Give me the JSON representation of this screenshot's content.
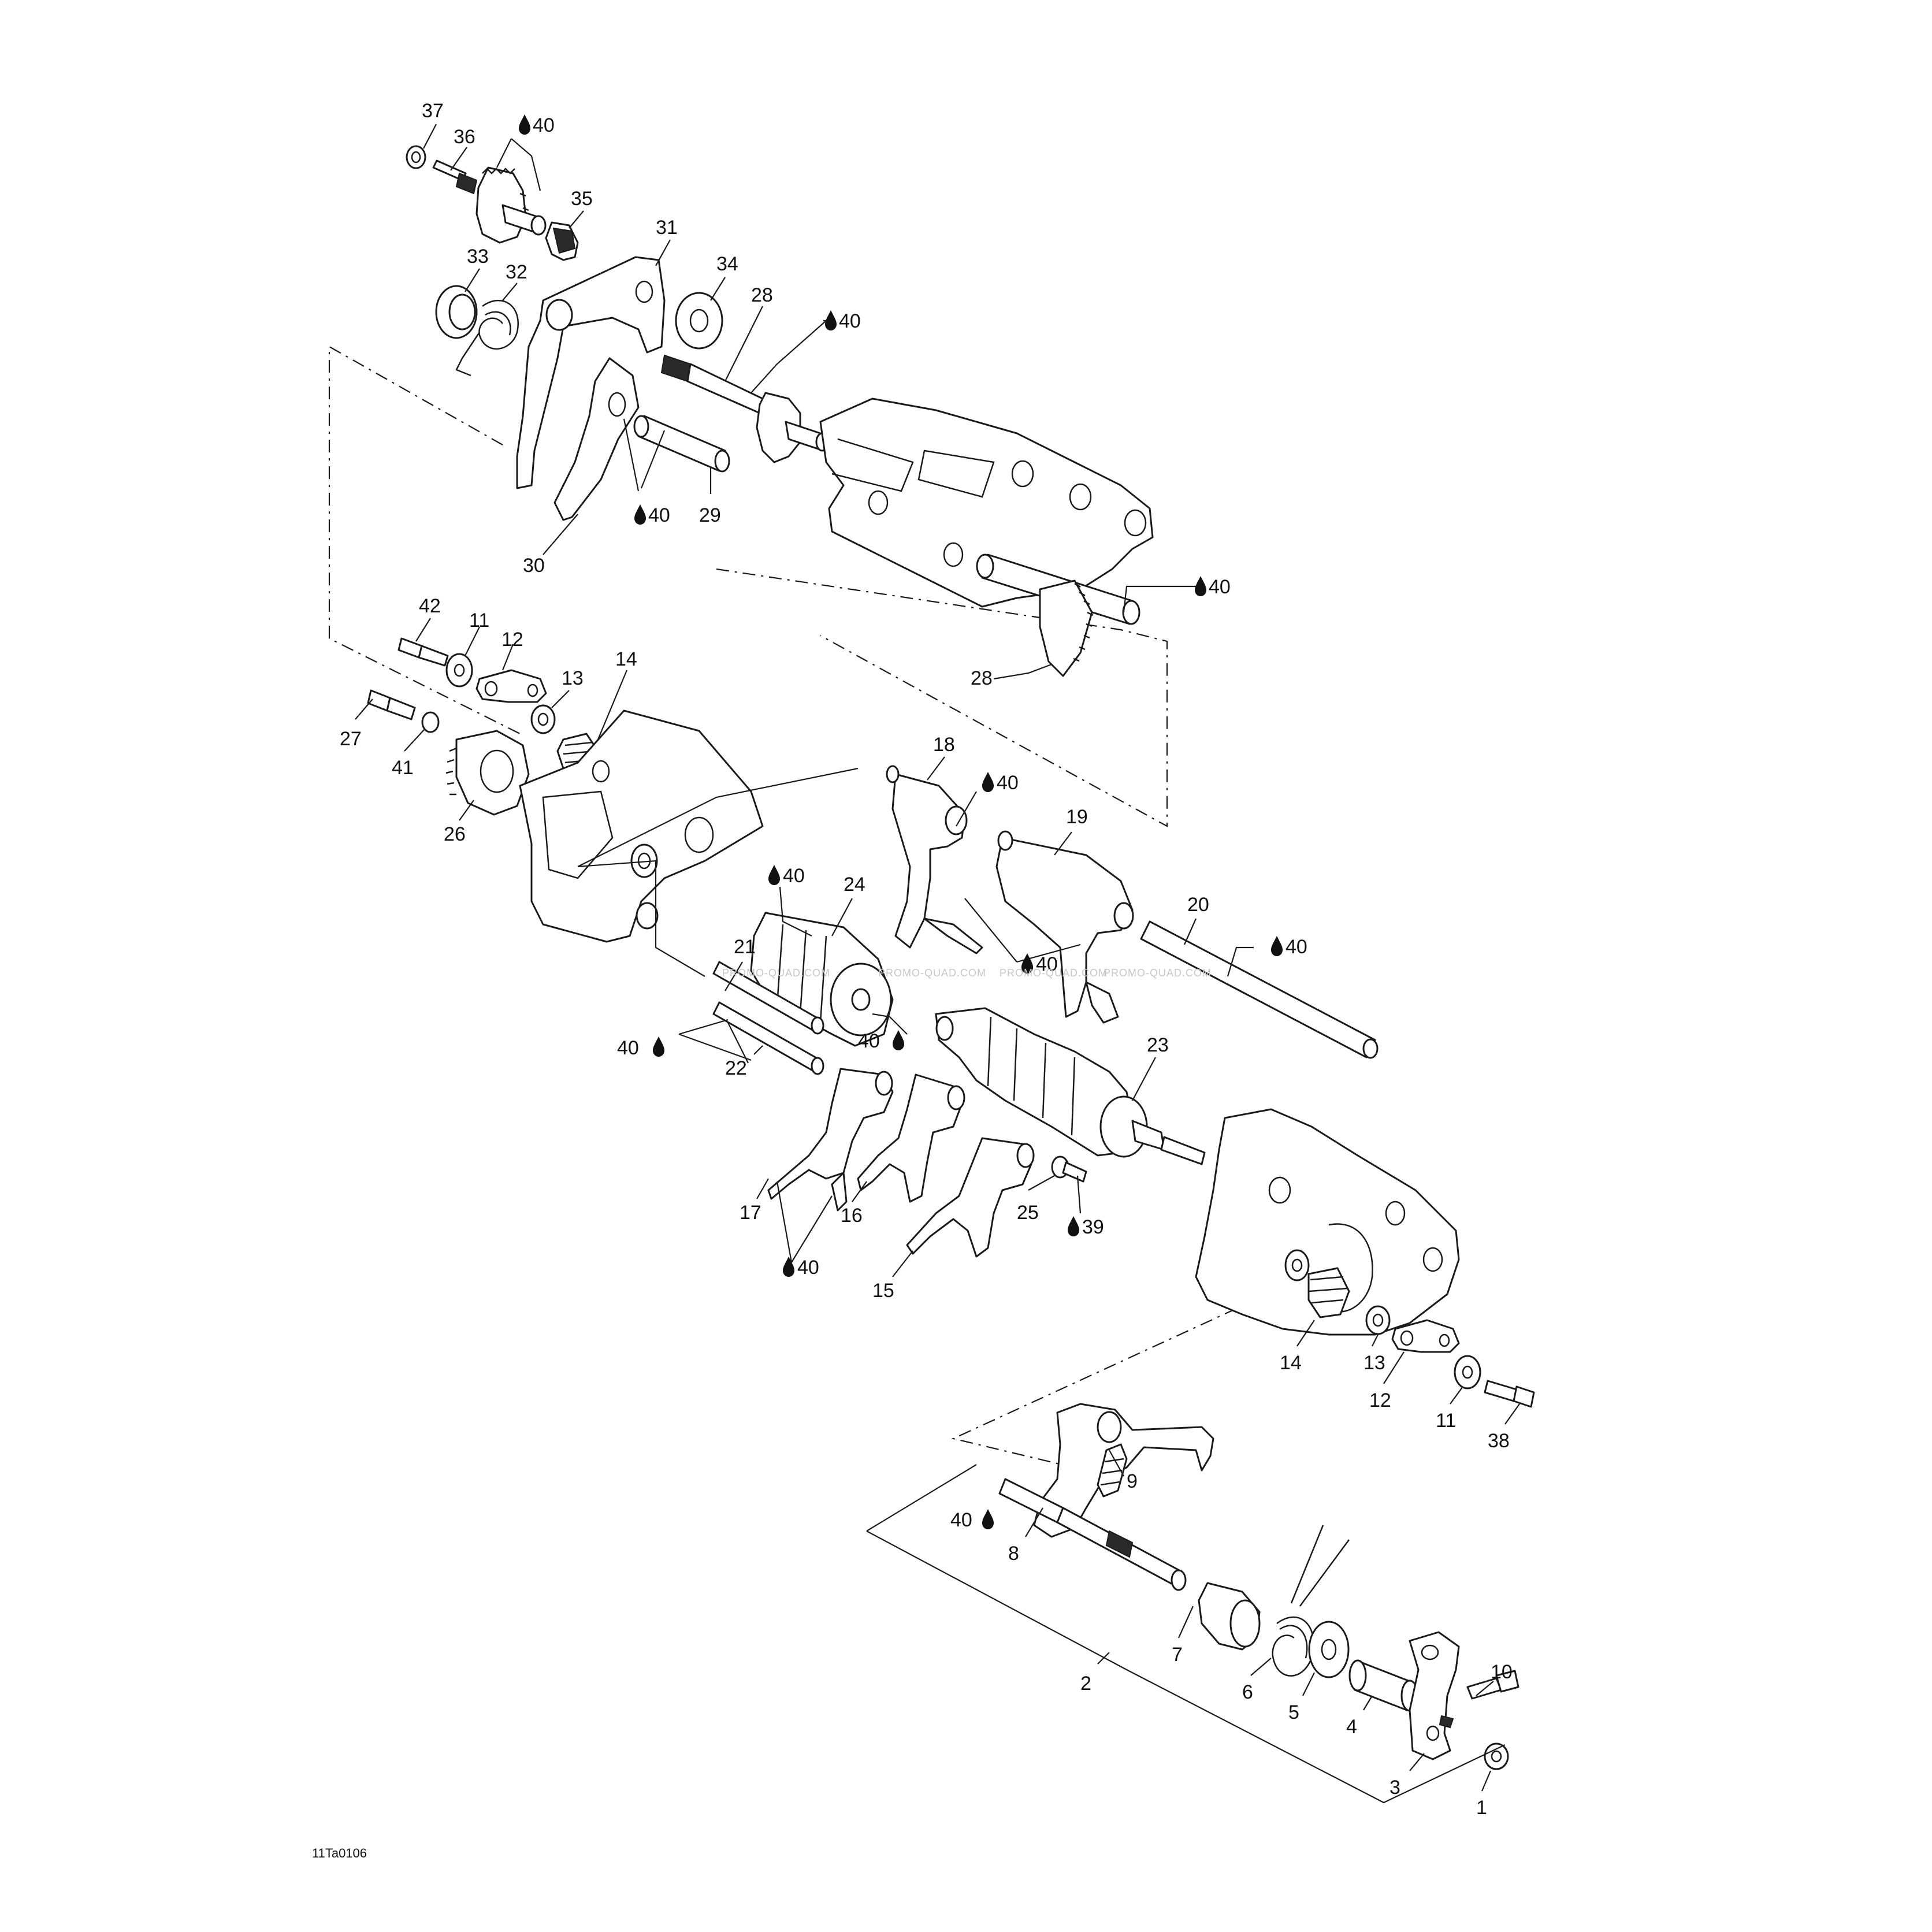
{
  "figure_code": "11Ta0106",
  "watermark": "PROMO-QUAD.COM",
  "lube_icon": "oil-drop-icon",
  "callouts": {
    "c1": "1",
    "c2": "2",
    "c3": "3",
    "c4": "4",
    "c5": "5",
    "c6": "6",
    "c7": "7",
    "c8": "8",
    "c9": "9",
    "c10": "10",
    "c11a": "11",
    "c11b": "11",
    "c12a": "12",
    "c12b": "12",
    "c13a": "13",
    "c13b": "13",
    "c14a": "14",
    "c14b": "14",
    "c15": "15",
    "c16": "16",
    "c17": "17",
    "c18": "18",
    "c19": "19",
    "c20": "20",
    "c21": "21",
    "c22": "22",
    "c23": "23",
    "c24": "24",
    "c25": "25",
    "c26": "26",
    "c27": "27",
    "c28a": "28",
    "c28b": "28",
    "c29": "29",
    "c30": "30",
    "c31": "31",
    "c32": "32",
    "c33": "33",
    "c34": "34",
    "c35": "35",
    "c36": "36",
    "c37": "37",
    "c38": "38",
    "c41": "41",
    "c42": "42",
    "l40a": "40",
    "l40b": "40",
    "l40c": "40",
    "l40d": "40",
    "l40e": "40",
    "l40f": "40",
    "l40g": "40",
    "l40h": "40",
    "l40i": "40",
    "l40j": "40",
    "l40k": "40",
    "l40l": "40",
    "l39": "39"
  }
}
